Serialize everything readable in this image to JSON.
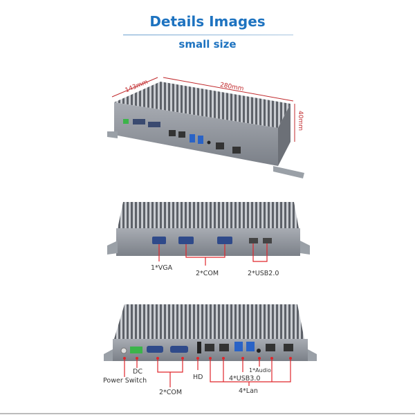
{
  "header": {
    "title": "Details Images",
    "subtitle": "small size"
  },
  "dimensions": {
    "depth": "143mm",
    "width": "280mm",
    "height": "40mm"
  },
  "side_view": {
    "labels": [
      "1*VGA",
      "2*COM",
      "2*USB2.0"
    ]
  },
  "front_view": {
    "labels": {
      "dc": "DC",
      "power": "Power Switch",
      "com": "2*COM",
      "hd": "HD",
      "audio": "1*Audio",
      "usb": "4*USB3.0",
      "lan": "4*Lan"
    }
  },
  "colors": {
    "accent": "#1e73c0",
    "callout": "#e0262b",
    "chassis": "#8a8f98"
  }
}
